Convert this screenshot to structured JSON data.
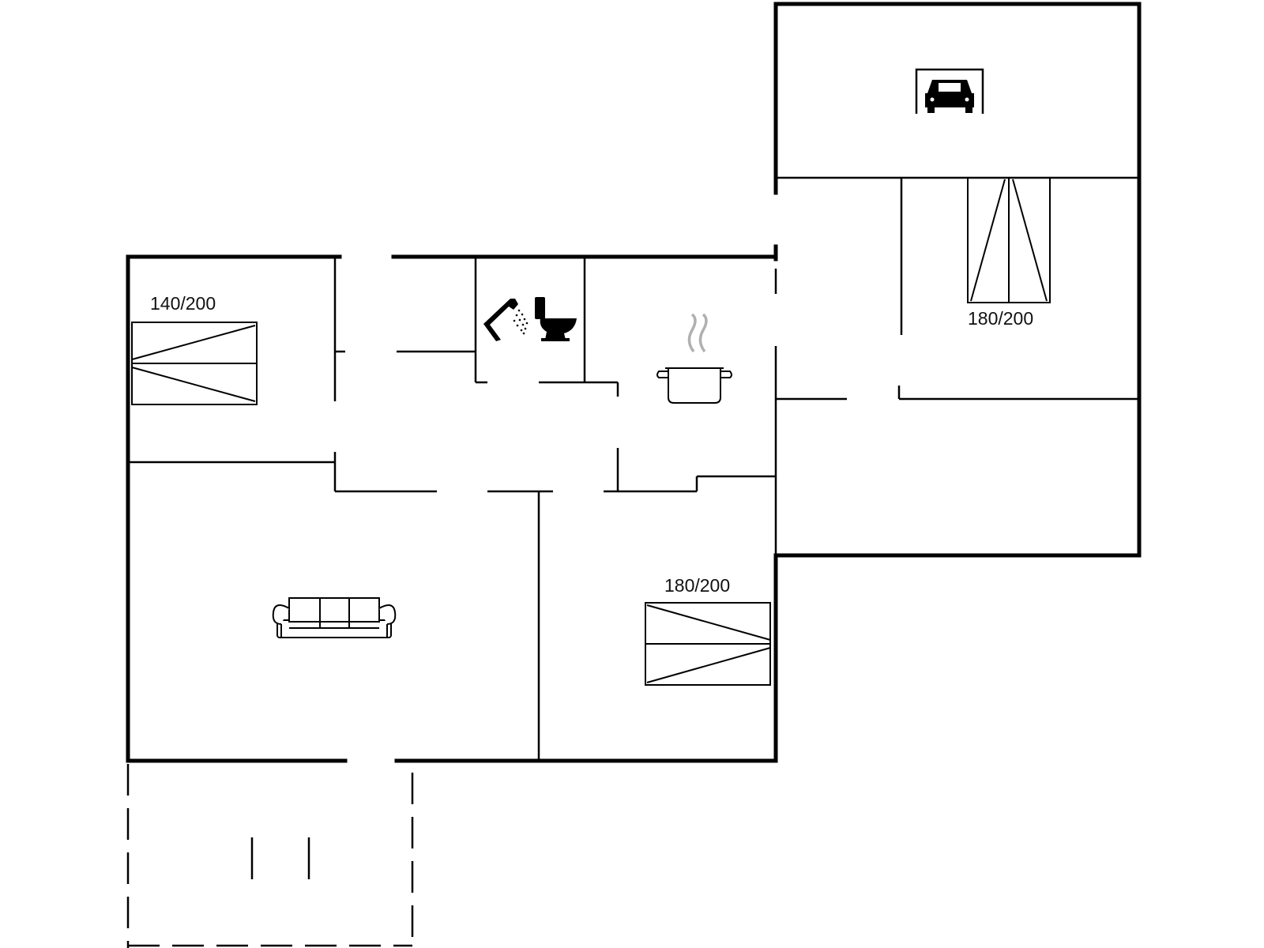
{
  "floorplan": {
    "colors": {
      "wall": "#000000",
      "background": "#ffffff",
      "steam": "#b0b0b0"
    },
    "bed_labels": {
      "bedroom_left": "140/200",
      "bedroom_annex": "180/200",
      "bedroom_lower": "180/200"
    },
    "icons": [
      "bed",
      "sofa",
      "shower",
      "toilet",
      "cooking-pot",
      "carport-car"
    ]
  }
}
